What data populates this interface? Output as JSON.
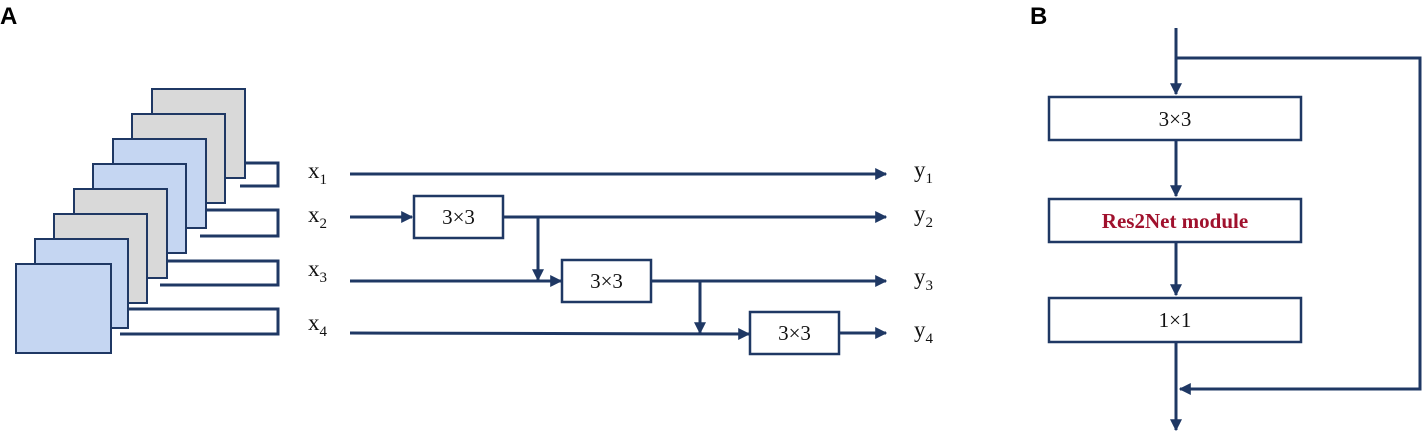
{
  "panels": {
    "a": "A",
    "b": "B"
  },
  "panel_a": {
    "inputs": [
      {
        "base": "x",
        "sub": "1"
      },
      {
        "base": "x",
        "sub": "2"
      },
      {
        "base": "x",
        "sub": "3"
      },
      {
        "base": "x",
        "sub": "4"
      }
    ],
    "outputs": [
      {
        "base": "y",
        "sub": "1"
      },
      {
        "base": "y",
        "sub": "2"
      },
      {
        "base": "y",
        "sub": "3"
      },
      {
        "base": "y",
        "sub": "4"
      }
    ],
    "conv_label": "3×3",
    "colors": {
      "gray_map": "#d9d9d9",
      "blue_map": "#c5d6f2",
      "stroke": "#1f3864"
    }
  },
  "panel_b": {
    "top_conv": "3×3",
    "module": "Res2Net module",
    "bottom_conv": "1×1",
    "colors": {
      "module_text": "#a0112d"
    }
  }
}
